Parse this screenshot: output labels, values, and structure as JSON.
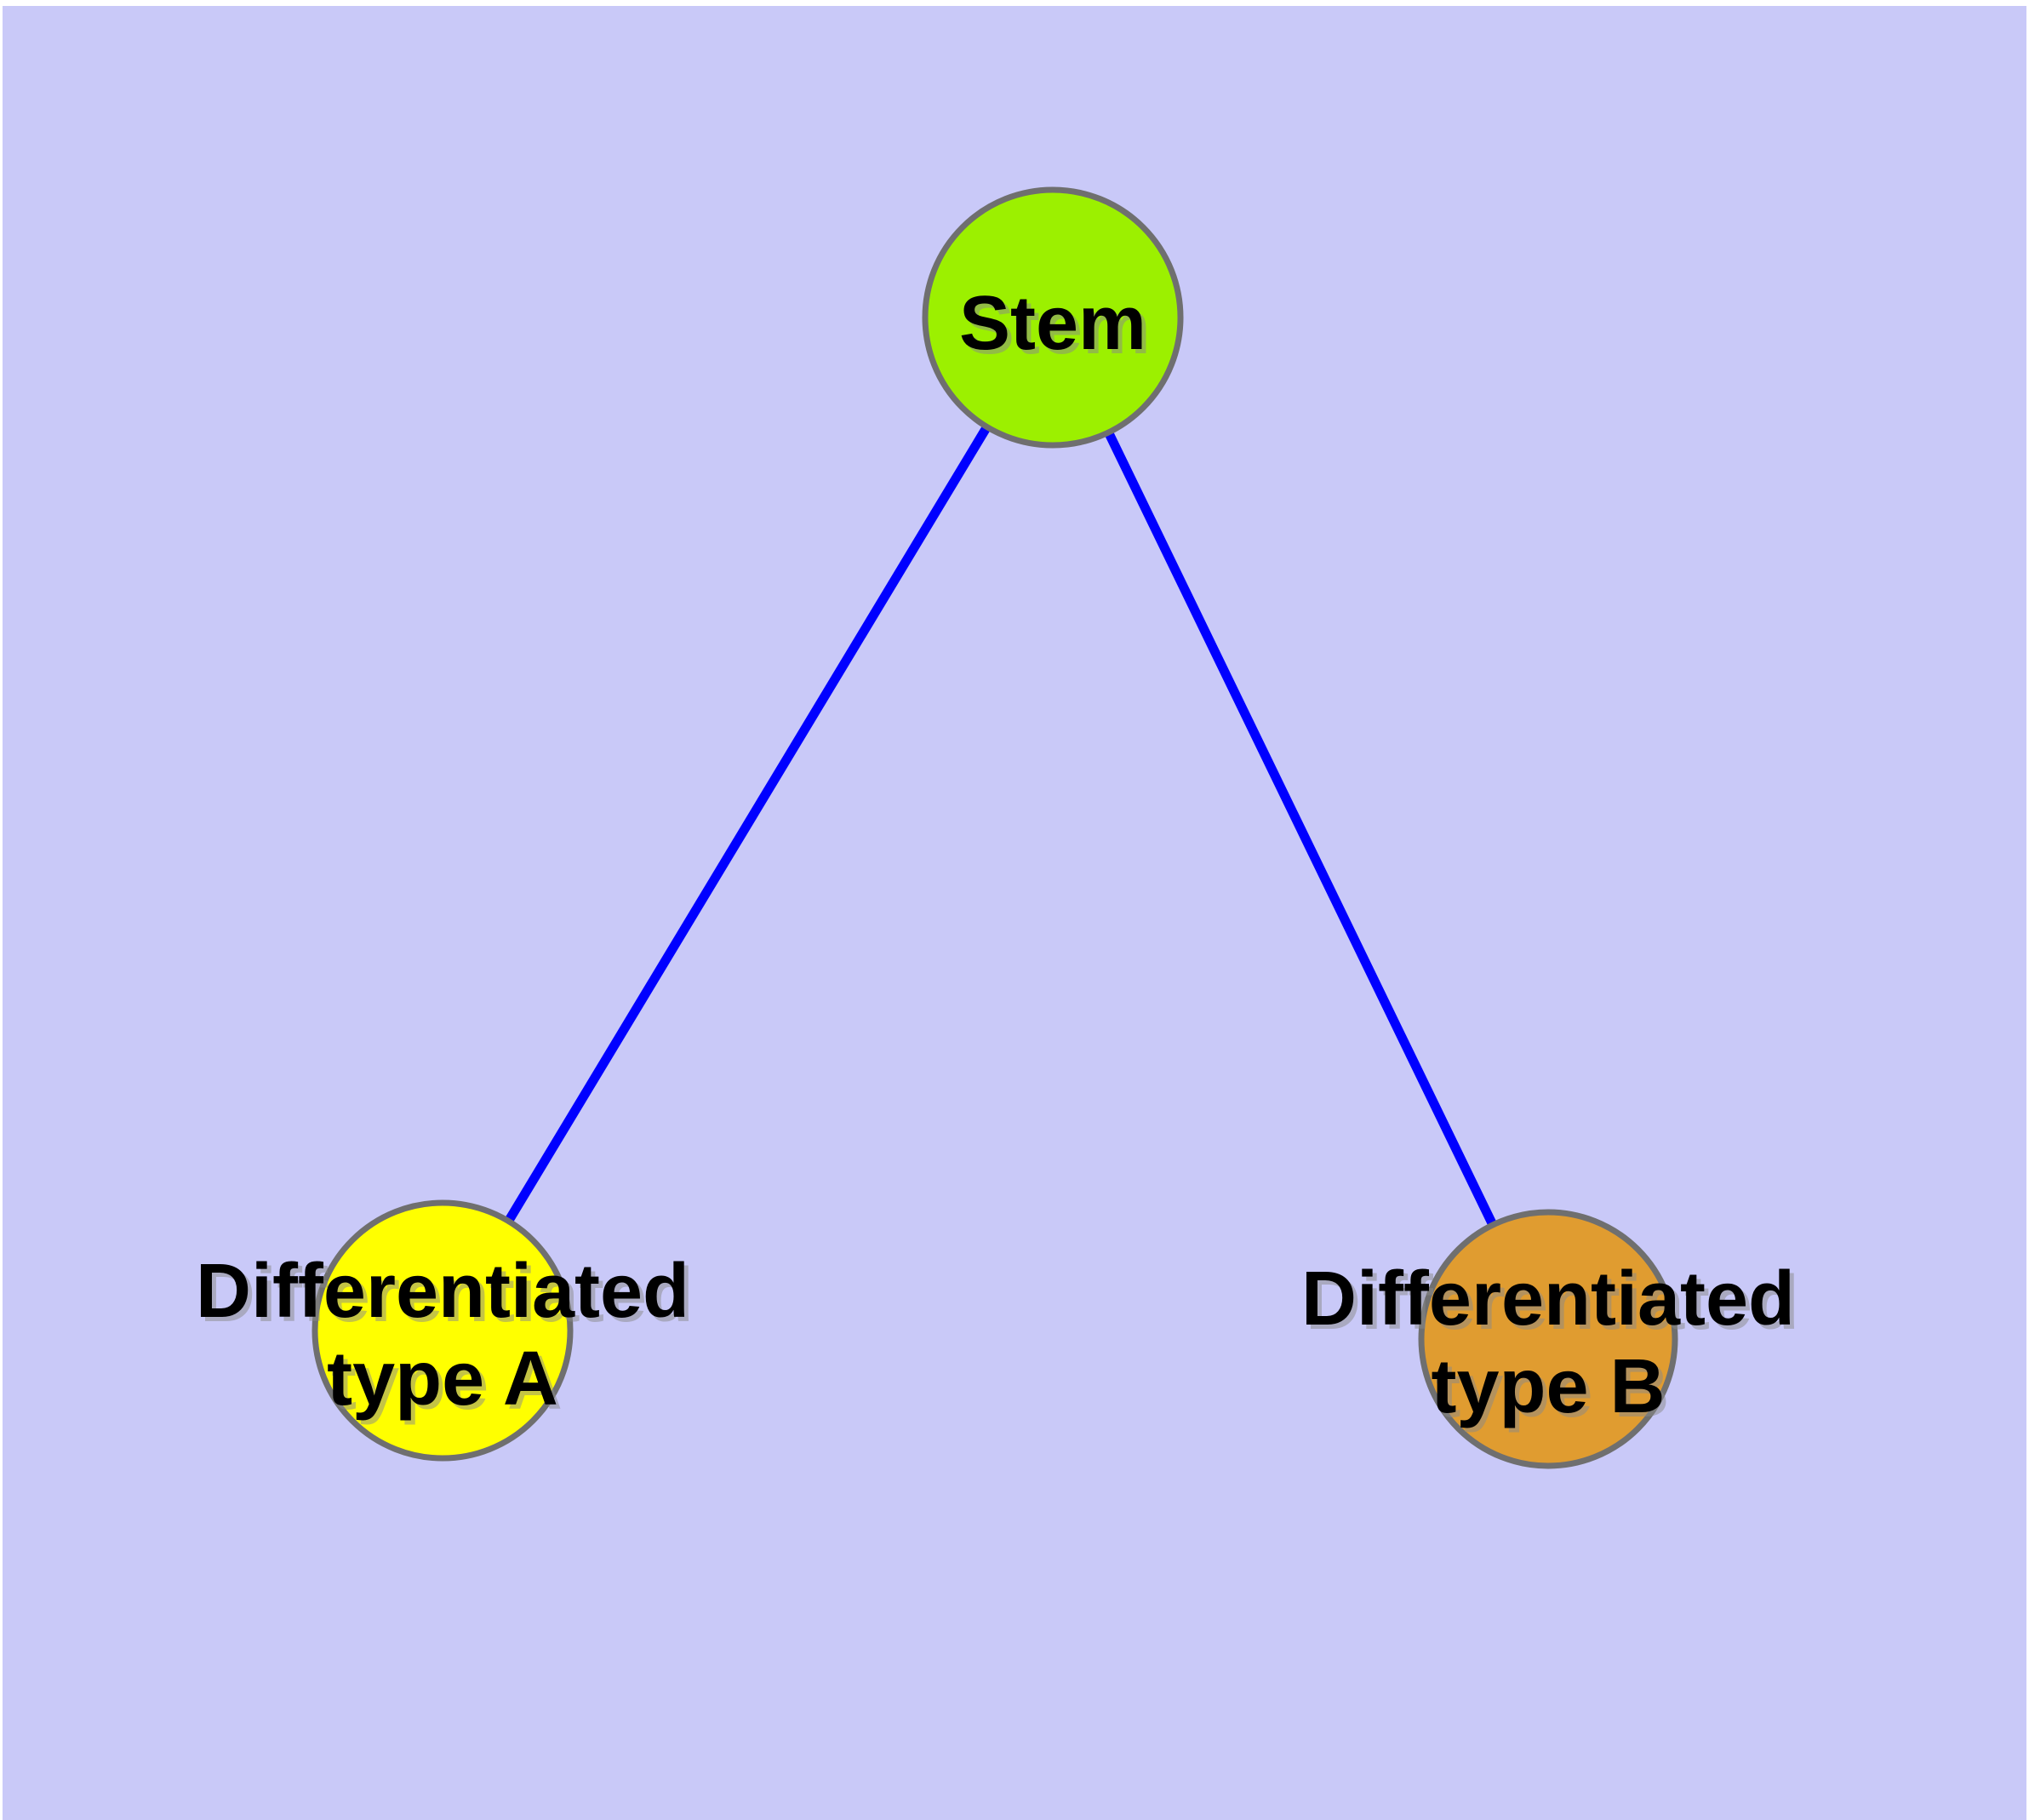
{
  "canvas": {
    "page_background": "#FFFFFF",
    "panel_color": "#C9C9F8"
  },
  "graph": {
    "type": "node-link-diagram",
    "edge_color": "#0000FF",
    "node_border_color": "#6F6F6F",
    "label_color": "#000000",
    "label_shadow_color": "#8A8A8A",
    "nodes": [
      {
        "id": "stem",
        "label": "Stem",
        "line1": "Stem",
        "line2": "",
        "fill": "#9CF000"
      },
      {
        "id": "differentiated-type-a",
        "label": "Differentiated type A",
        "line1": "Differentiated",
        "line2": "type A",
        "fill": "#FFFF00"
      },
      {
        "id": "differentiated-type-b",
        "label": "Differentiated type B",
        "line1": "Differentiated",
        "line2": "type B",
        "fill": "#E09C30"
      }
    ],
    "edges": [
      {
        "from": "Stem",
        "to": "Differentiated type A"
      },
      {
        "from": "Stem",
        "to": "Differentiated type B"
      }
    ]
  }
}
